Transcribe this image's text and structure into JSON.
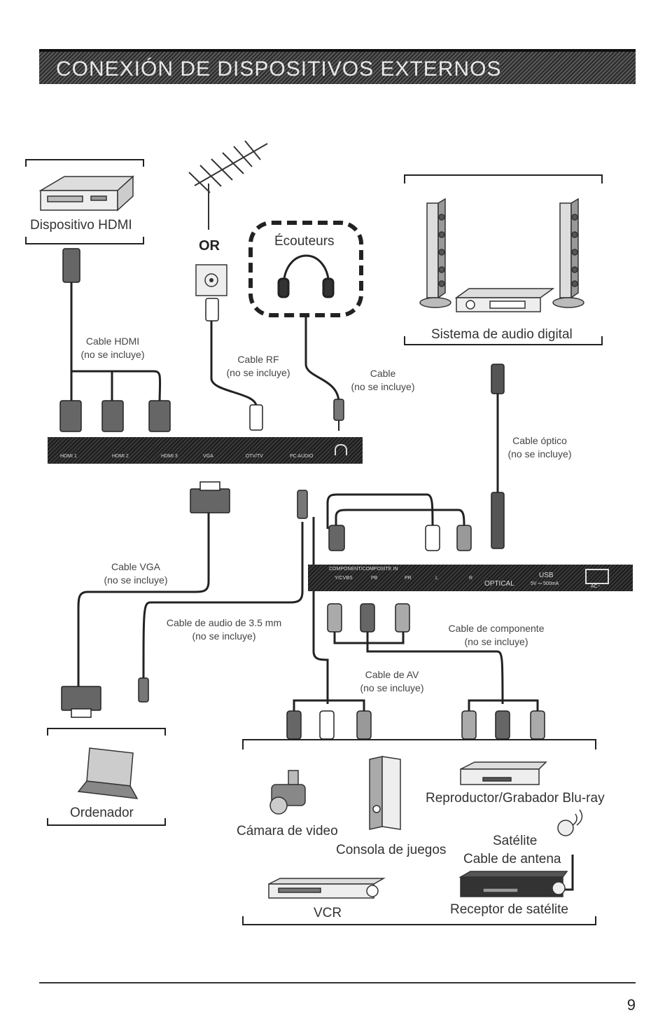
{
  "title": "CONEXIÓN DE DISPOSITIVOS EXTERNOS",
  "page_number": "9",
  "devices": {
    "hdmi_device": "Dispositivo HDMI",
    "or_label": "OR",
    "headphones": "Écouteurs",
    "audio_system": "Sistema de audio digital",
    "computer": "Ordenador",
    "camcorder": "Cámara de video",
    "game_console": "Consola de juegos",
    "bluray": "Reproductor/Grabador Blu-ray",
    "satellite": "Satélite",
    "antenna_cable": "Cable de antena",
    "vcr": "VCR",
    "satellite_receiver": "Receptor de satélite"
  },
  "cables": {
    "hdmi": {
      "name": "Cable HDMI",
      "note": "(no se incluye)"
    },
    "rf": {
      "name": "Cable RF",
      "note": "(no se incluye)"
    },
    "headphone": {
      "name": "Cable",
      "note": "(no se incluye)"
    },
    "optical": {
      "name": "Cable óptico",
      "note": "(no se incluye)"
    },
    "vga": {
      "name": "Cable VGA",
      "note": "(no se incluye)"
    },
    "audio35": {
      "name": "Cable de audio de 3.5 mm",
      "note": "(no se incluye)"
    },
    "component": {
      "name": "Cable de componente",
      "note": "(no se incluye)"
    },
    "av": {
      "name": "Cable de AV",
      "note": "(no se incluye)"
    }
  },
  "panel_top": {
    "ports": [
      "HDMI 1",
      "HDMI 2",
      "HDMI 3",
      "VGA",
      "DTV/TV",
      "PC AUDIO"
    ]
  },
  "panel_side": {
    "header": "COMPONENT/COMPOSITE IN",
    "ports": [
      "Y/CVBS",
      "PB",
      "PR",
      "L",
      "R"
    ],
    "optical": "OPTICAL",
    "usb": "USB",
    "usb_spec": "5V ⎓ 500mA",
    "ac": "AC~"
  }
}
